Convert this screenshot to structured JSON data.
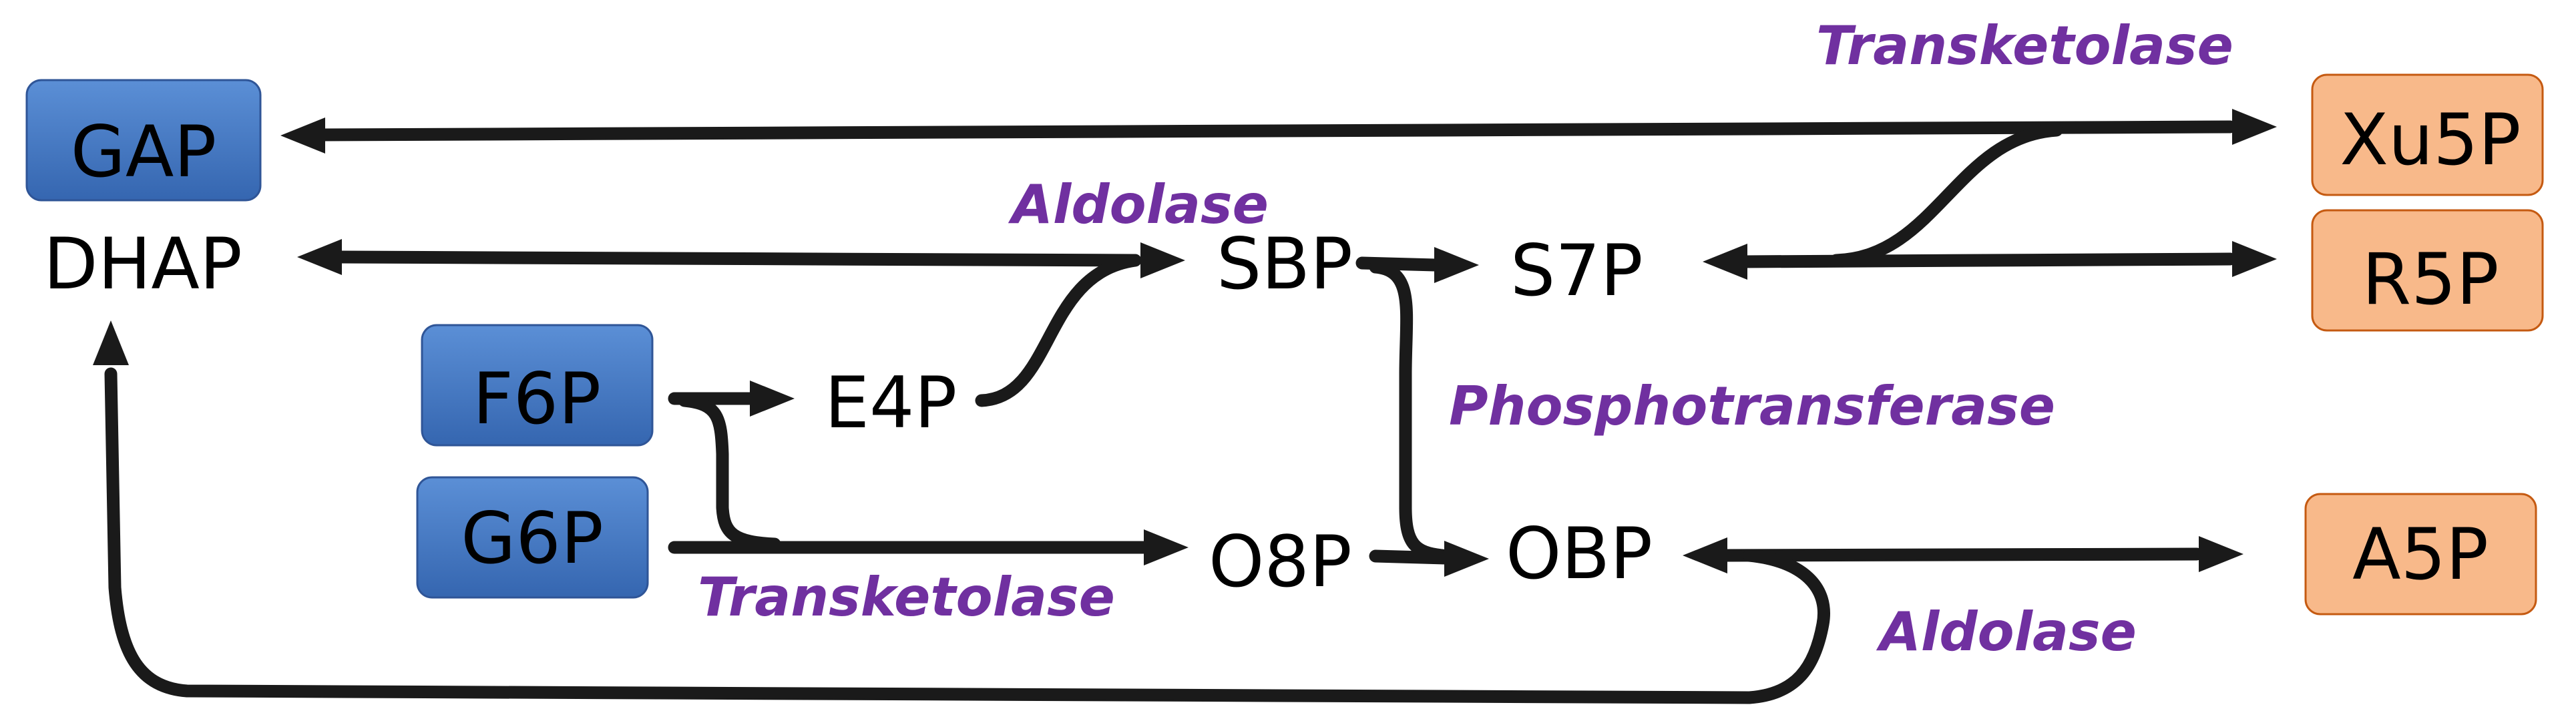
{
  "nodes": {
    "gap": "GAP",
    "dhap": "DHAP",
    "f6p": "F6P",
    "g6p": "G6P",
    "e4p": "E4P",
    "sbp": "SBP",
    "s7p": "S7P",
    "o8p": "O8P",
    "obp": "OBP",
    "xu5p": "Xu5P",
    "r5p": "R5P",
    "a5p": "A5P"
  },
  "enzymes": {
    "transketolase_top": "Transketolase",
    "aldolase_top": "Aldolase",
    "phosphotransferase": "Phosphotransferase",
    "transketolase_bottom": "Transketolase",
    "aldolase_bottom": "Aldolase"
  },
  "colors": {
    "input_box_fill": "#4472c4",
    "output_box_fill": "#f8b98a",
    "enzyme_text": "#7030a0",
    "arrow": "#1a1a1a"
  }
}
